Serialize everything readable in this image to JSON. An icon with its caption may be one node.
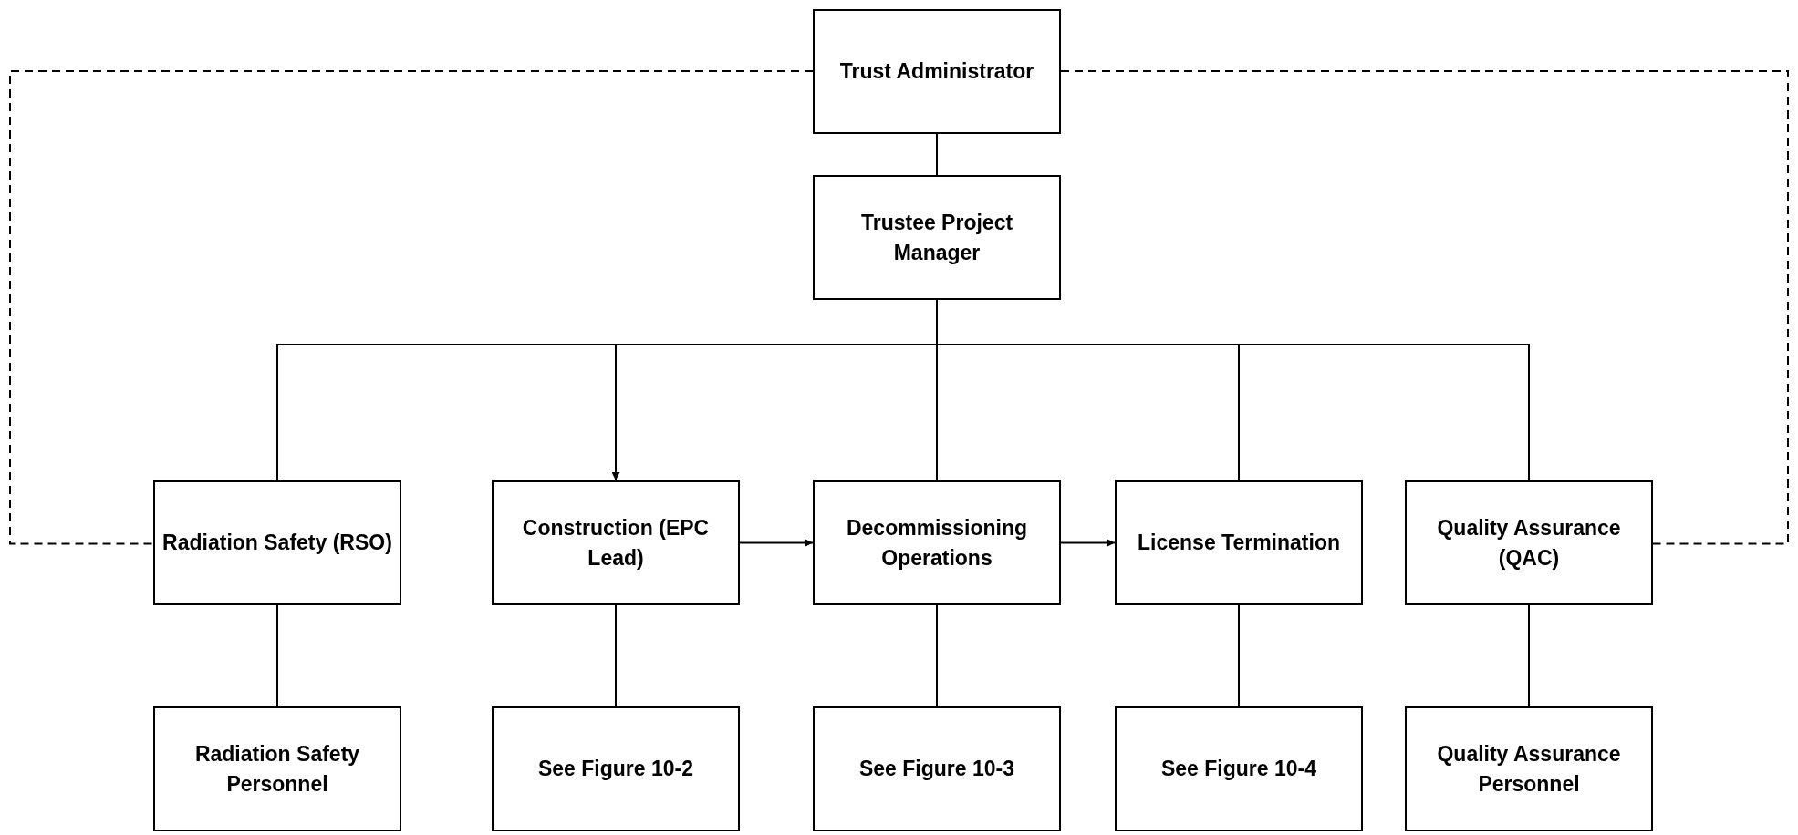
{
  "diagram": {
    "nodes": [
      {
        "text": [
          "Trust Administrator"
        ]
      },
      {
        "text": [
          "Trustee Project Manager"
        ]
      },
      {
        "text": [
          "Radiation Safety (RSO)"
        ]
      },
      {
        "text": [
          "Construction (EPC Lead)"
        ]
      },
      {
        "text": [
          "Decommissioning Operations"
        ]
      },
      {
        "text": [
          "License Termination"
        ]
      },
      {
        "text": [
          "Quality Assurance (QAC)"
        ]
      },
      {
        "text": [
          "Radiation Safety Personnel"
        ]
      },
      {
        "text": [
          "See Figure 10-2"
        ]
      },
      {
        "text": [
          "See Figure 10-3"
        ]
      },
      {
        "text": [
          "See Figure 10-4"
        ]
      },
      {
        "text": [
          "Quality Assurance Personnel"
        ]
      }
    ],
    "edges": [
      {
        "from": 0,
        "to": 1,
        "arrow": "none"
      },
      {
        "from": 1,
        "to": 2,
        "arrow": "none"
      },
      {
        "from": 1,
        "to": 3,
        "arrow": "to"
      },
      {
        "from": 1,
        "to": 4,
        "arrow": "none"
      },
      {
        "from": 1,
        "to": 5,
        "arrow": "none"
      },
      {
        "from": 1,
        "to": 6,
        "arrow": "none"
      },
      {
        "from": 0,
        "to": 2,
        "arrow": "none",
        "style": "dashed"
      },
      {
        "from": 0,
        "to": 6,
        "arrow": "none",
        "style": "dashed"
      },
      {
        "from": 3,
        "to": 4,
        "arrow": "to"
      },
      {
        "from": 4,
        "to": 5,
        "arrow": "to"
      },
      {
        "from": 2,
        "to": 7,
        "arrow": "none"
      },
      {
        "from": 3,
        "to": 8,
        "arrow": "none"
      },
      {
        "from": 4,
        "to": 9,
        "arrow": "none"
      },
      {
        "from": 5,
        "to": 10,
        "arrow": "none"
      },
      {
        "from": 6,
        "to": 11,
        "arrow": "none"
      }
    ]
  }
}
